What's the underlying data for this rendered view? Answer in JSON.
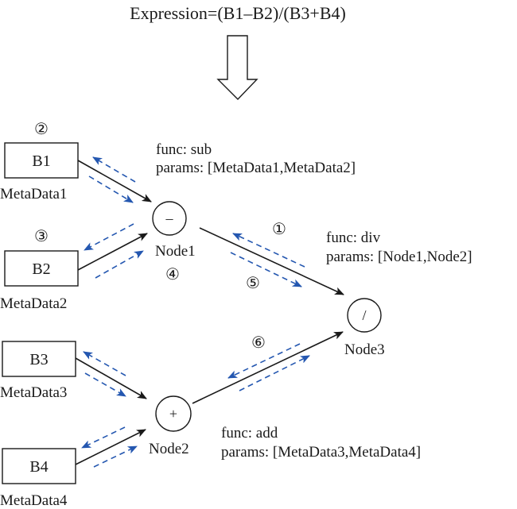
{
  "title": "Expression=(B1–B2)/(B3+B4)",
  "colors": {
    "ink": "#1a1a1a",
    "dashed_arrow": "#2457b0",
    "background": "#ffffff"
  },
  "inputs": [
    {
      "id": "B1",
      "label": "B1",
      "meta": "MetaData1",
      "step": "②"
    },
    {
      "id": "B2",
      "label": "B2",
      "meta": "MetaData2",
      "step": "③"
    },
    {
      "id": "B3",
      "label": "B3",
      "meta": "MetaData3"
    },
    {
      "id": "B4",
      "label": "B4",
      "meta": "MetaData4"
    }
  ],
  "nodes": [
    {
      "id": "Node1",
      "name": "Node1",
      "op": "–",
      "func": "func: sub",
      "params": "params: [MetaData1,MetaData2]",
      "step": "④"
    },
    {
      "id": "Node2",
      "name": "Node2",
      "op": "+",
      "func": "func: add",
      "params": "params: [MetaData3,MetaData4]"
    },
    {
      "id": "Node3",
      "name": "Node3",
      "op": "/",
      "func": "func: div",
      "params": "params: [Node1,Node2]"
    }
  ],
  "edges": [
    {
      "from": "B1",
      "to": "Node1"
    },
    {
      "from": "B2",
      "to": "Node1"
    },
    {
      "from": "B3",
      "to": "Node2"
    },
    {
      "from": "B4",
      "to": "Node2"
    },
    {
      "from": "Node1",
      "to": "Node3",
      "steps": [
        "①",
        "⑤"
      ]
    },
    {
      "from": "Node2",
      "to": "Node3",
      "steps": [
        "⑥"
      ]
    }
  ],
  "transform_arrow": "down-arrow"
}
